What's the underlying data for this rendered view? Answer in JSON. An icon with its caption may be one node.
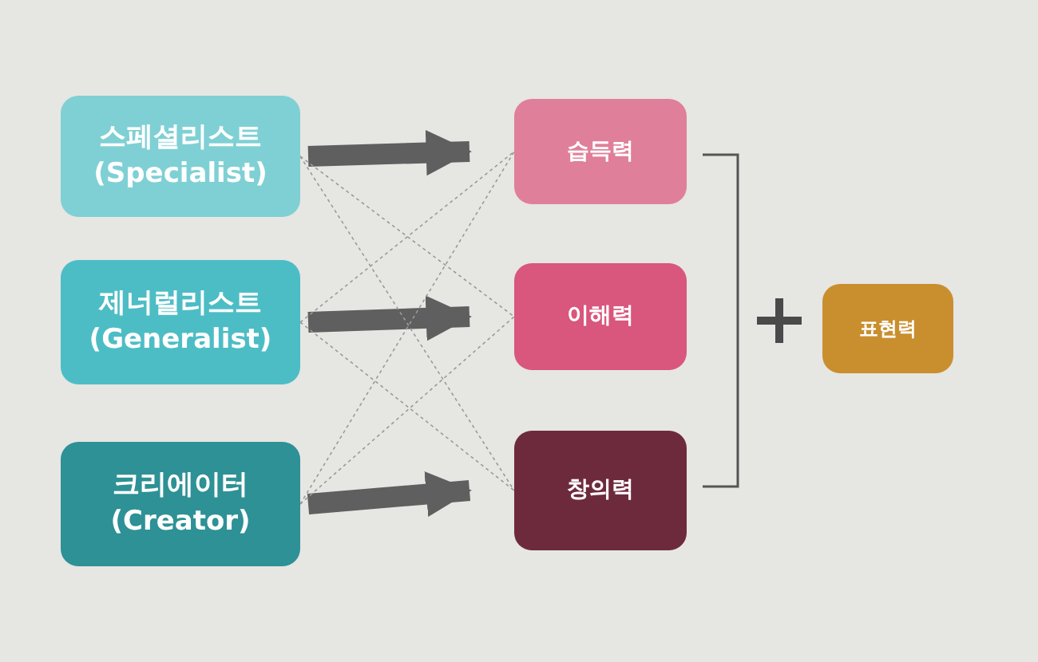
{
  "diagram": {
    "nodes": [
      {
        "text": [
          "스페셜리스트 (Specialist)"
        ]
      },
      {
        "text": [
          "제너럴리스트 (Generalist)"
        ]
      },
      {
        "text": [
          "크리에이터 (Creator)"
        ]
      },
      {
        "text": [
          "습득력"
        ]
      },
      {
        "text": [
          "이해력"
        ]
      },
      {
        "text": [
          "창의력"
        ]
      },
      {
        "text": [
          "표현력"
        ]
      }
    ],
    "edges": [
      {
        "from": 0,
        "to": 3,
        "arrow": "to",
        "style": "thick",
        "color": "#5f5f5f"
      },
      {
        "from": 1,
        "to": 4,
        "arrow": "to",
        "style": "thick",
        "color": "#5f5f5f"
      },
      {
        "from": 2,
        "to": 5,
        "arrow": "to",
        "style": "thick",
        "color": "#5f5f5f"
      },
      {
        "from": 0,
        "to": 4,
        "arrow": "none",
        "style": "dashed"
      },
      {
        "from": 0,
        "to": 5,
        "arrow": "none",
        "style": "dashed"
      },
      {
        "from": 1,
        "to": 3,
        "arrow": "none",
        "style": "dashed"
      },
      {
        "from": 1,
        "to": 5,
        "arrow": "none",
        "style": "dashed"
      },
      {
        "from": 2,
        "to": 3,
        "arrow": "none",
        "style": "dashed"
      },
      {
        "from": 2,
        "to": 4,
        "arrow": "none",
        "style": "dashed"
      }
    ]
  }
}
